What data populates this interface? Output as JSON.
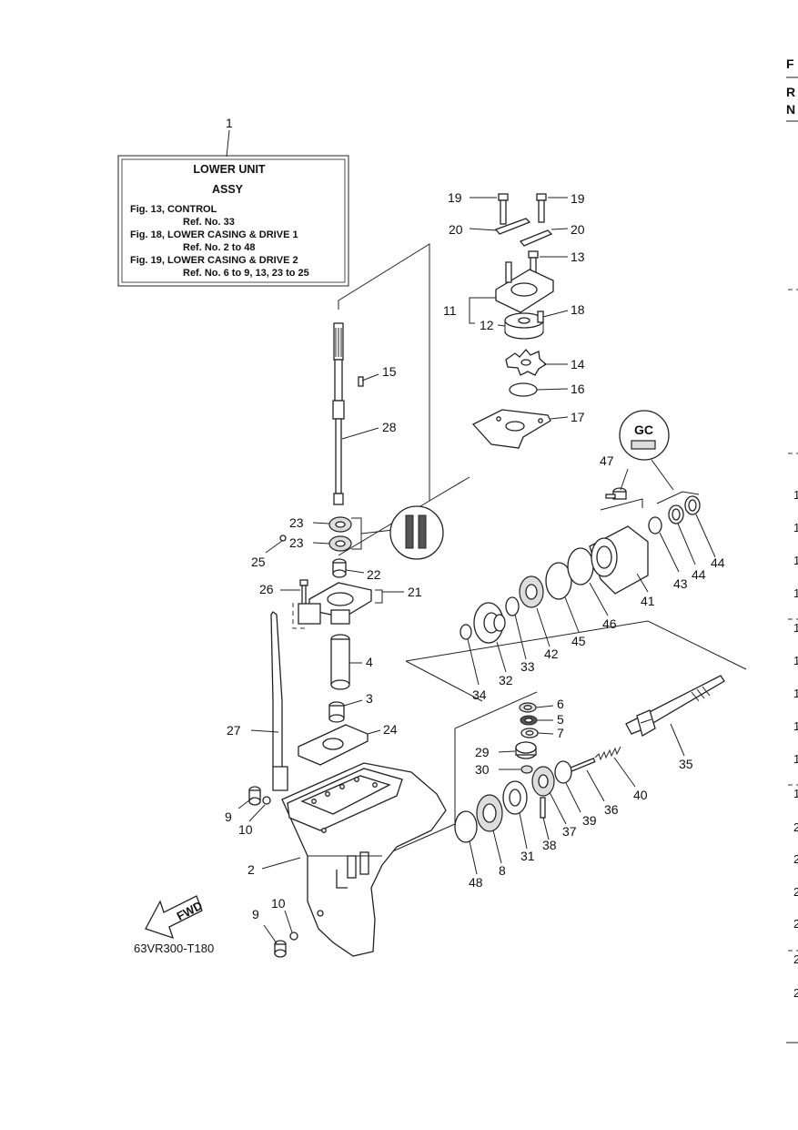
{
  "assy_box": {
    "ref": "1",
    "title_line1": "LOWER UNIT",
    "title_line2": "ASSY",
    "lines": [
      "Fig. 13, CONTROL",
      "Ref. No. 33",
      "Fig. 18, LOWER CASING & DRIVE 1",
      "Ref. No. 2 to 48",
      "Fig. 19, LOWER CASING & DRIVE 2",
      "Ref. No. 6 to 9, 13, 23 to 25"
    ]
  },
  "drawing_code": "63VR300-T180",
  "fwd_label": "FWD",
  "callouts": {
    "c19a": "19",
    "c19b": "19",
    "c20a": "20",
    "c20b": "20",
    "c13": "13",
    "c11": "11",
    "c12": "12",
    "c18": "18",
    "c14": "14",
    "c16": "16",
    "c17": "17",
    "c15": "15",
    "c28": "28",
    "c47": "47",
    "c23a": "23",
    "c23b": "23",
    "c25": "25",
    "c22": "22",
    "c21": "21",
    "c26": "26",
    "c41": "41",
    "c43": "43",
    "c44a": "44",
    "c44b": "44",
    "c46": "46",
    "c45": "45",
    "c42": "42",
    "c33": "33",
    "c32": "32",
    "c34": "34",
    "c4": "4",
    "c3": "3",
    "c27": "27",
    "c24": "24",
    "c6": "6",
    "c5": "5",
    "c7": "7",
    "c29": "29",
    "c30": "30",
    "c35": "35",
    "c40": "40",
    "c36": "36",
    "c39": "39",
    "c37": "37",
    "c38": "38",
    "c31": "31",
    "c8": "8",
    "c48": "48",
    "c9a": "9",
    "c10a": "10",
    "c2": "2",
    "c9b": "9",
    "c10b": "10"
  },
  "right_edge": {
    "head": [
      "F",
      "R",
      "N"
    ],
    "rows": [
      "1",
      "1",
      "1",
      "1",
      "1",
      "1",
      "1",
      "1",
      "1",
      "1",
      "2",
      "2",
      "2",
      "2",
      "2",
      "2"
    ]
  }
}
